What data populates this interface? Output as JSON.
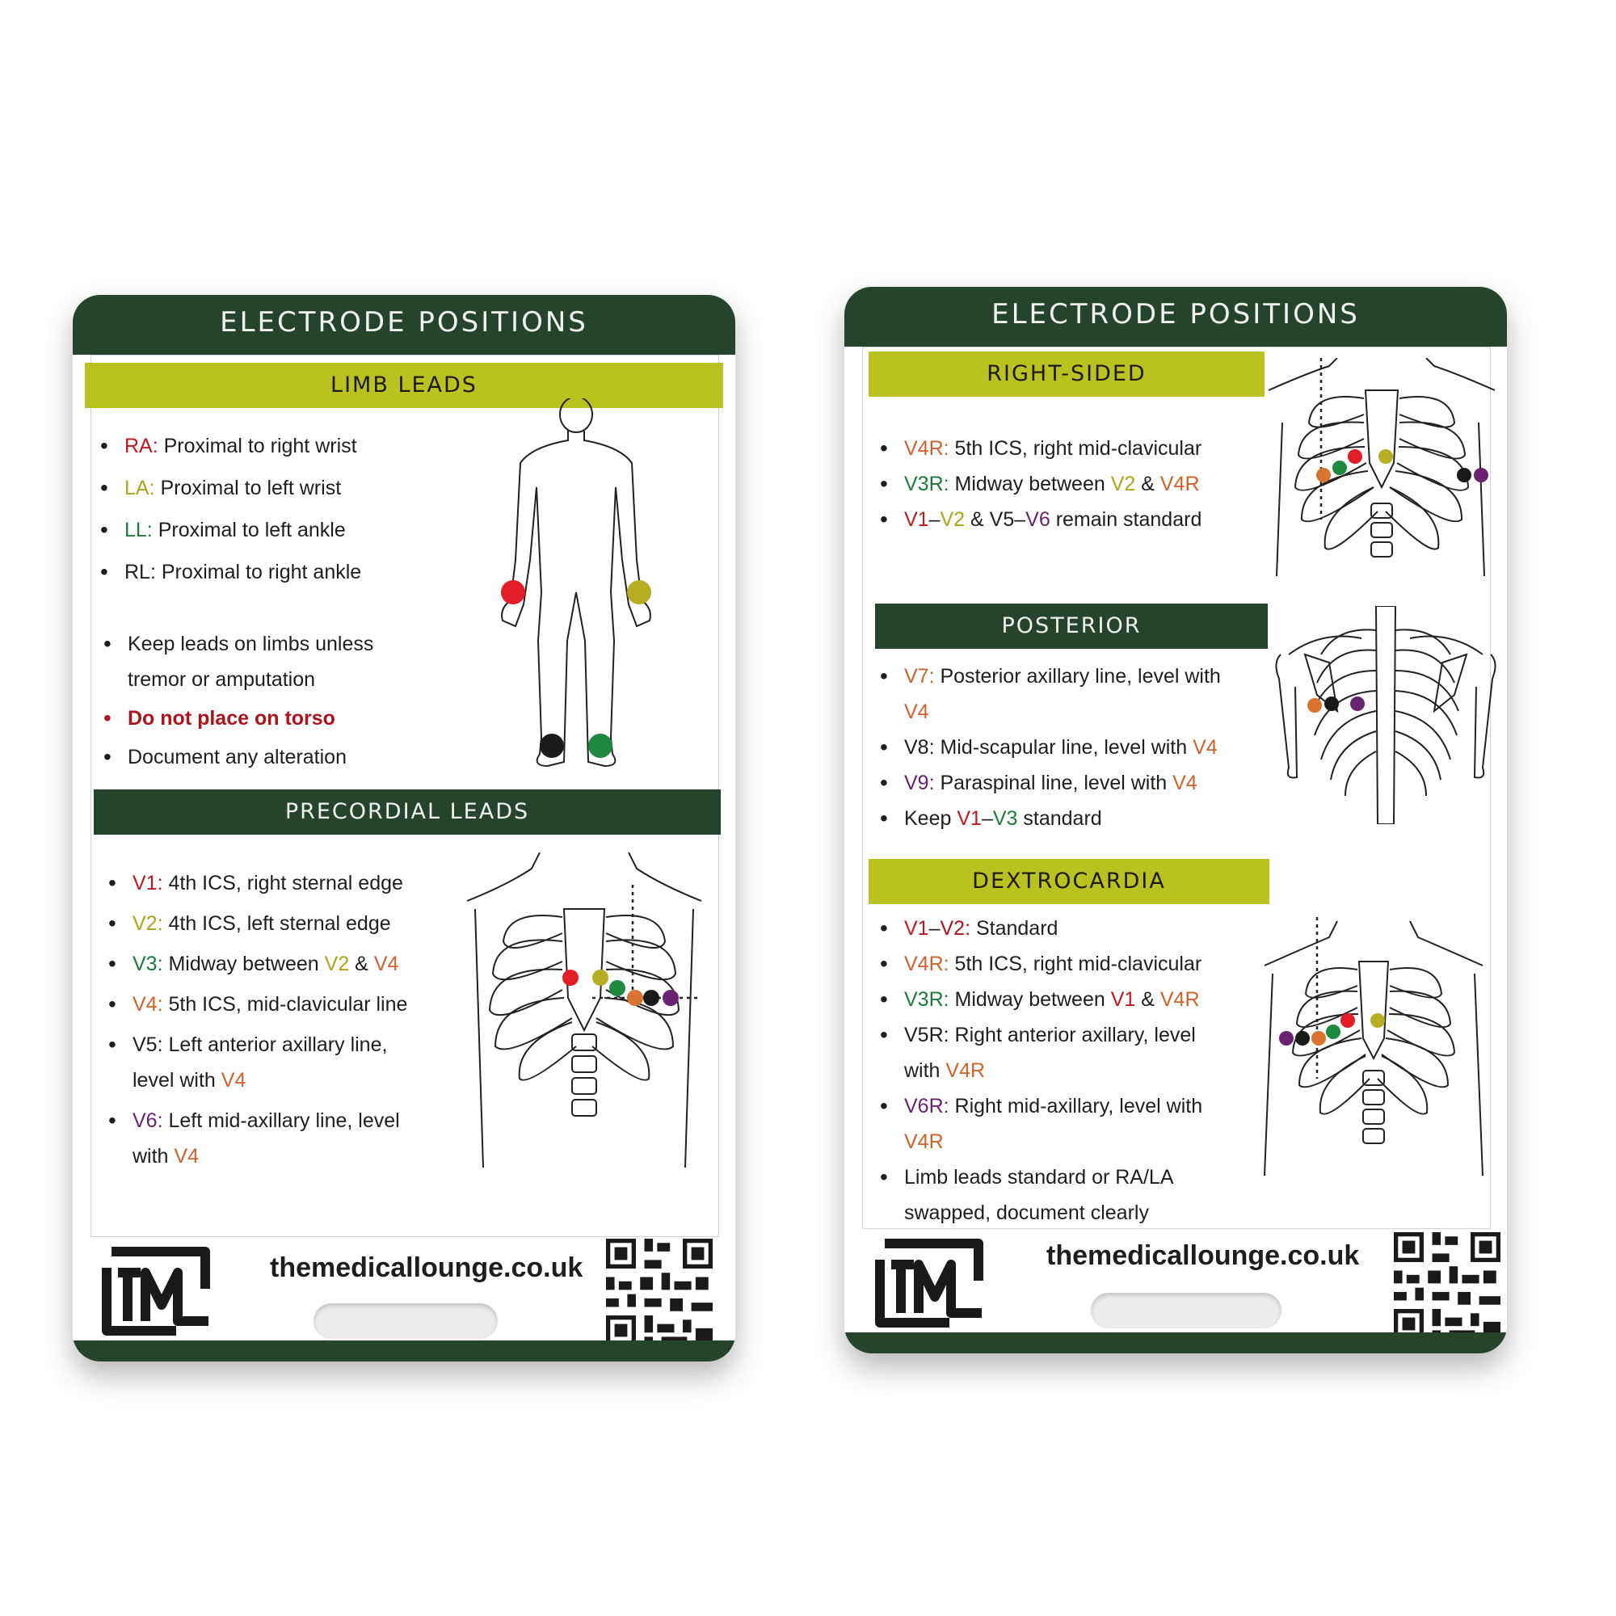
{
  "cards": {
    "left": {
      "title": "ELECTRODE POSITIONS",
      "limb": {
        "heading": "LIMB LEADS",
        "items": [
          {
            "code": "RA:",
            "text": " Proximal to right wrist"
          },
          {
            "code": "LA:",
            "text": " Proximal to left wrist"
          },
          {
            "code": "LL:",
            "text": " Proximal to left ankle"
          },
          {
            "code": "RL:",
            "text": " Proximal to right ankle"
          }
        ],
        "notes": {
          "keep_line1": "Keep leads on limbs unless",
          "keep_line2": "tremor or amputation",
          "warning": "Do not place on torso",
          "document": "Document any alteration"
        }
      },
      "precordial": {
        "heading": "PRECORDIAL LEADS",
        "items": {
          "v1": {
            "code": "V1:",
            "text": " 4th ICS, right sternal edge"
          },
          "v2": {
            "code": "V2:",
            "text": " 4th ICS, left sternal edge"
          },
          "v3": {
            "code": "V3:",
            "text": " Midway between ",
            "ref1": "V2",
            "amp": " & ",
            "ref2": "V4"
          },
          "v4": {
            "code": "V4:",
            "text": " 5th ICS, mid-clavicular line"
          },
          "v5": {
            "code": "V5:",
            "text": " Left anterior axillary line,",
            "line2": "level with ",
            "ref": "V4"
          },
          "v6": {
            "code": "V6:",
            "text": " Left mid-axillary line, level",
            "line2": "with ",
            "ref": "V4"
          }
        }
      },
      "website": "themedicallounge.co.uk"
    },
    "right": {
      "title": "ELECTRODE POSITIONS",
      "right_sided": {
        "heading": "RIGHT-SIDED",
        "v4r": {
          "code": "V4R:",
          "text": " 5th ICS, right mid-clavicular"
        },
        "v3r": {
          "code": "V3R:",
          "text": " Midway between ",
          "ref1": "V2",
          "amp": " & ",
          "ref2": "V4R"
        },
        "std": {
          "a": "V1",
          "dash": "–",
          "b": "V2",
          "mid": " & V5–",
          "c": "V6",
          "rest": " remain standard"
        }
      },
      "posterior": {
        "heading": "POSTERIOR",
        "v7": {
          "code": "V7:",
          "text": " Posterior axillary line, level with",
          "ref": "V4"
        },
        "v8": {
          "code": "V8:",
          "text": " Mid-scapular line, level with ",
          "ref": "V4"
        },
        "v9": {
          "code": "V9:",
          "text": " Paraspinal line, level with ",
          "ref": "V4"
        },
        "keep": {
          "pre": "Keep ",
          "a": "V1",
          "dash": "–",
          "b": "V3",
          "post": " standard"
        }
      },
      "dextro": {
        "heading": "DEXTROCARDIA",
        "v12": {
          "a": "V1",
          "dash": "–",
          "b": "V2:",
          "text": " Standard"
        },
        "v4r": {
          "code": "V4R:",
          "text": " 5th ICS, right mid-clavicular"
        },
        "v3r": {
          "code": "V3R:",
          "text": " Midway between ",
          "ref1": "V1",
          "amp": " & ",
          "ref2": "V4R"
        },
        "v5r": {
          "code": "V5R:",
          "text": " Right anterior axillary, level",
          "line2": "with ",
          "ref": "V4R"
        },
        "v6r": {
          "code": "V6R:",
          "text": " Right mid-axillary, level with",
          "ref": "V4R"
        },
        "limb": {
          "line1": "Limb leads standard or RA/LA",
          "line2": "swapped, document clearly"
        }
      },
      "website": "themedicallounge.co.uk"
    }
  },
  "colors": {
    "dark_green": "#24442c",
    "lime": "#bbc220",
    "red": "#c01820",
    "yellow": "#b0a41a",
    "green": "#1d7a3a",
    "orange": "#d0612a",
    "purple": "#6a2273",
    "black": "#1e1e1e"
  },
  "icons": [
    "tml-logo-icon",
    "qr-code-icon",
    "body-outline-icon",
    "ribcage-icon",
    "back-skeleton-icon"
  ]
}
